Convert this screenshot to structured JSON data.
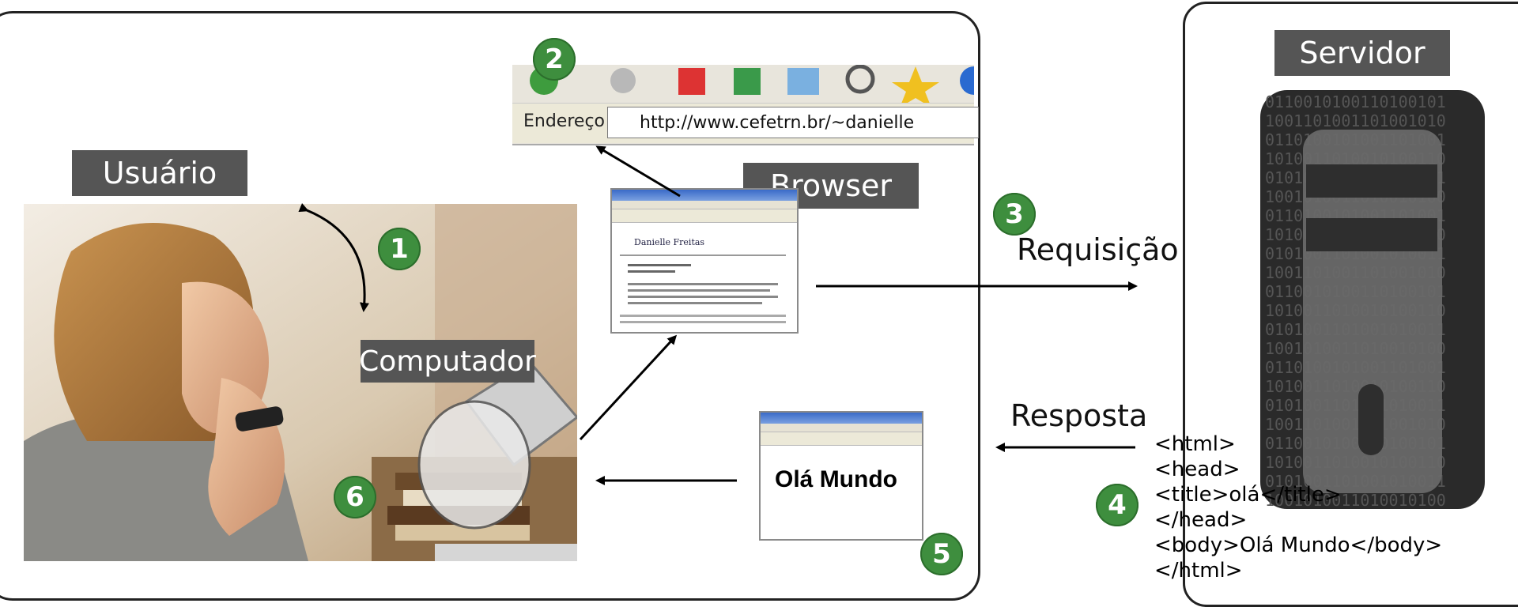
{
  "labels": {
    "user": "Usuário",
    "browser": "Browser",
    "computer": "Computador",
    "server": "Servidor"
  },
  "steps": [
    "1",
    "2",
    "3",
    "4",
    "5",
    "6"
  ],
  "arrows": {
    "request": "Requisição",
    "response": "Resposta"
  },
  "browser_window": {
    "address_label": "Endereço",
    "address_value": "http://www.cefetrn.br/~danielle"
  },
  "result_page": {
    "text": "Olá Mundo"
  },
  "html_code": [
    "<html>",
    "<head>",
    "<title>olá</title>",
    "</head>",
    "<body>Olá Mundo</body>",
    "</html>"
  ],
  "server_binary": "0110010100110100101001101001101001010011010010100110",
  "colors": {
    "label_bg": "#555555",
    "badge_green": "#3e8e3e",
    "server_dark": "#2a2a2a",
    "server_tower": "#6a6a6a"
  }
}
